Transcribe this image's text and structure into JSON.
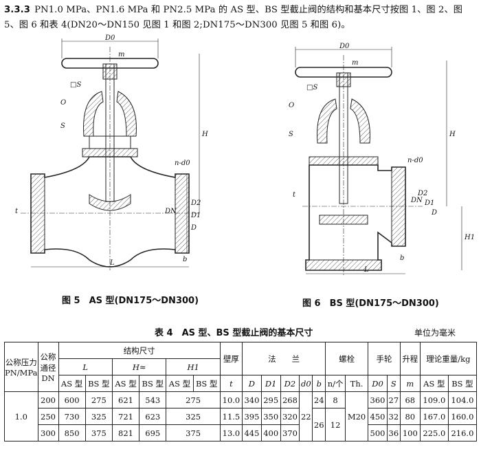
{
  "intro": {
    "section": "3.3.3",
    "text": "PN1.0 MPa、PN1.6 MPa 和 PN2.5 MPa 的 AS 型、BS 型截止阀的结构和基本尺寸按图 1、图 2、图 5、图 6 和表 4(DN20～DN150 见图 1 和图 2;DN175～DN300 见图 5 和图 6)。"
  },
  "figure5": {
    "caption": "图 5　AS 型(DN175～DN300)",
    "labels": {
      "D0": "D0",
      "m": "m",
      "s": "□S",
      "o": "O",
      "S": "S",
      "H": "H",
      "n_d0": "n-d0",
      "DN": "DN",
      "D2": "D2",
      "D1": "D1",
      "D": "D",
      "t": "t",
      "b": "b",
      "L": "L"
    }
  },
  "figure6": {
    "caption": "图 6　BS 型(DN175～DN300)",
    "labels": {
      "D0": "D0",
      "m": "m",
      "s": "□S",
      "o": "O",
      "S": "S",
      "H": "H",
      "n_d0": "n-d0",
      "DN": "DN",
      "D2": "D2",
      "D1": "D1",
      "D": "D",
      "H1": "H1",
      "t": "t",
      "b": "b",
      "L": "L"
    }
  },
  "table": {
    "title": "表 4　AS 型、BS 型截止阀的基本尺寸",
    "unit": "单位为毫米",
    "headers": {
      "pressure": "公称压力PN/MPa",
      "dn": "公称通径DN",
      "structure": "结构尺寸",
      "L": "L",
      "H": "H≈",
      "H1": "H1",
      "wall": "壁厚",
      "wall_sym": "t",
      "flange": "法　　兰",
      "bolt": "螺栓",
      "wheel": "手轮",
      "lift": "升程",
      "lift_sym": "m",
      "weight": "理论重量/kg",
      "as": "AS 型",
      "bs": "BS 型",
      "D": "D",
      "D1": "D1",
      "D2": "D2",
      "d0": "d0",
      "b": "b",
      "n": "n/个",
      "th": "Th.",
      "D0": "D0",
      "S": "S"
    },
    "pn": "1.0",
    "d0": "22",
    "th": "M20",
    "rows": [
      {
        "dn": "200",
        "L_as": "600",
        "L_bs": "275",
        "H_as": "621",
        "H_bs": "543",
        "H1": "275",
        "t": "10.0",
        "D": "340",
        "D1": "295",
        "D2": "268",
        "b": "24",
        "n": "8",
        "D0": "360",
        "S": "27",
        "m": "68",
        "w_as": "109.0",
        "w_bs": "104.0"
      },
      {
        "dn": "250",
        "L_as": "730",
        "L_bs": "325",
        "H_as": "721",
        "H_bs": "623",
        "H1": "325",
        "t": "11.5",
        "D": "395",
        "D1": "350",
        "D2": "320",
        "b": "26",
        "n": "12",
        "D0": "450",
        "S": "32",
        "m": "80",
        "w_as": "167.0",
        "w_bs": "160.0"
      },
      {
        "dn": "300",
        "L_as": "850",
        "L_bs": "375",
        "H_as": "821",
        "H_bs": "695",
        "H1": "375",
        "t": "13.0",
        "D": "445",
        "D1": "400",
        "D2": "370",
        "b": "26",
        "n": "12",
        "D0": "500",
        "S": "36",
        "m": "100",
        "w_as": "225.0",
        "w_bs": "216.0"
      }
    ]
  }
}
